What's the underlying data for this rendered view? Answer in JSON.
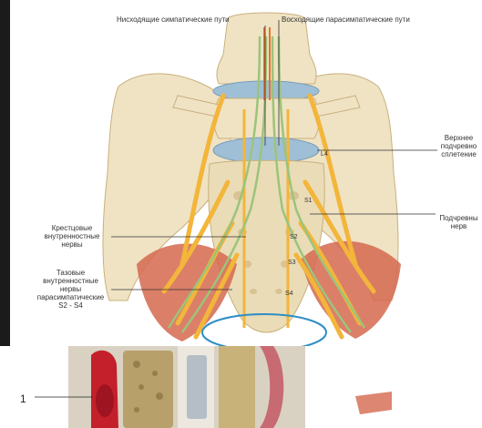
{
  "labels": {
    "descending_sympathetic": "Нисходящие симпатические пути",
    "ascending_parasympathetic": "Восходящие парасимпатические пути",
    "superior_hypogastric_plexus": [
      "Верхнее",
      "подчревно",
      "сплетение"
    ],
    "hypogastric_nerve": [
      "Подчревны",
      "нерв"
    ],
    "sacral_splanchnic_nerves": [
      "Крестцовые",
      "внутренностные",
      "нервы"
    ],
    "pelvic_splanchnic_nerves": [
      "Тазовые",
      "внутренностные",
      "нервы",
      "парасимпатические",
      "S2 - S4"
    ]
  },
  "segment_markers": [
    "L4",
    "S1",
    "S2",
    "S3",
    "S4"
  ],
  "inset": {
    "callout_number": "1"
  },
  "colors": {
    "bone": "#efe3c4",
    "bone_shade": "#d9c394",
    "nerve_yellow": "#f3b53a",
    "nerve_green": "#9cc47a",
    "muscle": "#d5684f",
    "disc_blue": "#9fbfd6",
    "ring_blue": "#2f8fc4"
  }
}
